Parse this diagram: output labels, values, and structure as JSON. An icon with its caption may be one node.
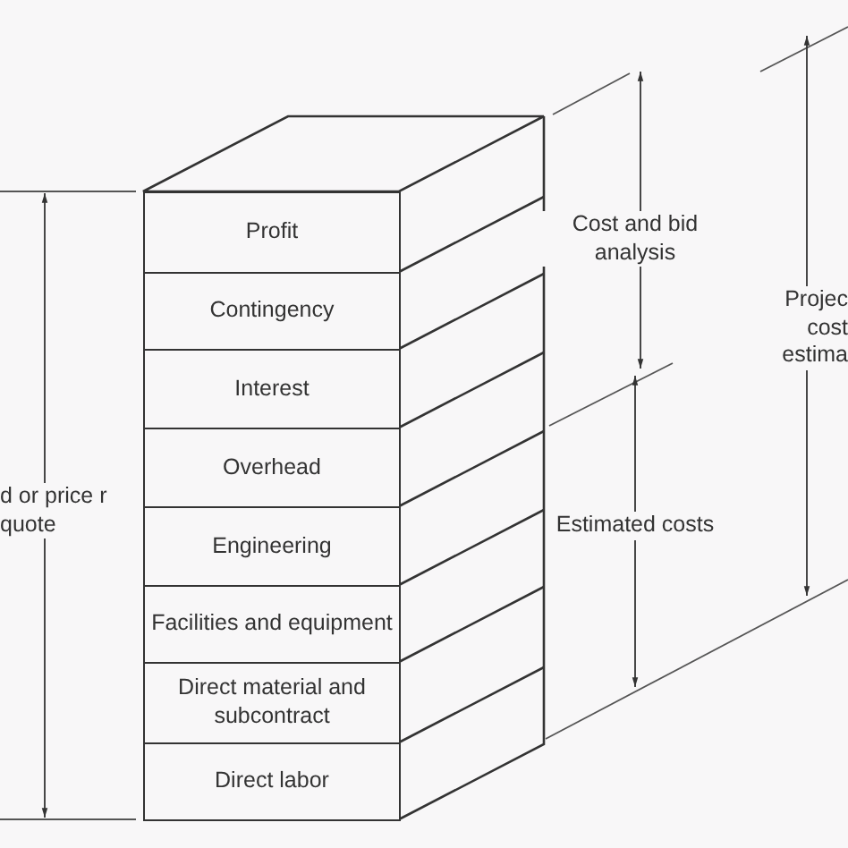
{
  "diagram": {
    "nodes": [
      {
        "text": [
          "Profit"
        ]
      },
      {
        "text": [
          "Contingency"
        ]
      },
      {
        "text": [
          "Interest"
        ]
      },
      {
        "text": [
          "Overhead"
        ]
      },
      {
        "text": [
          "Engineering"
        ]
      },
      {
        "text": [
          "Facilities and equipment"
        ]
      },
      {
        "text": [
          "Direct material and subcontract"
        ]
      },
      {
        "text": [
          "Direct labor"
        ]
      }
    ],
    "labels": [
      "Cost and bid analysis",
      "Projec cost estima",
      "d or price r quote",
      "Estimated costs"
    ]
  }
}
